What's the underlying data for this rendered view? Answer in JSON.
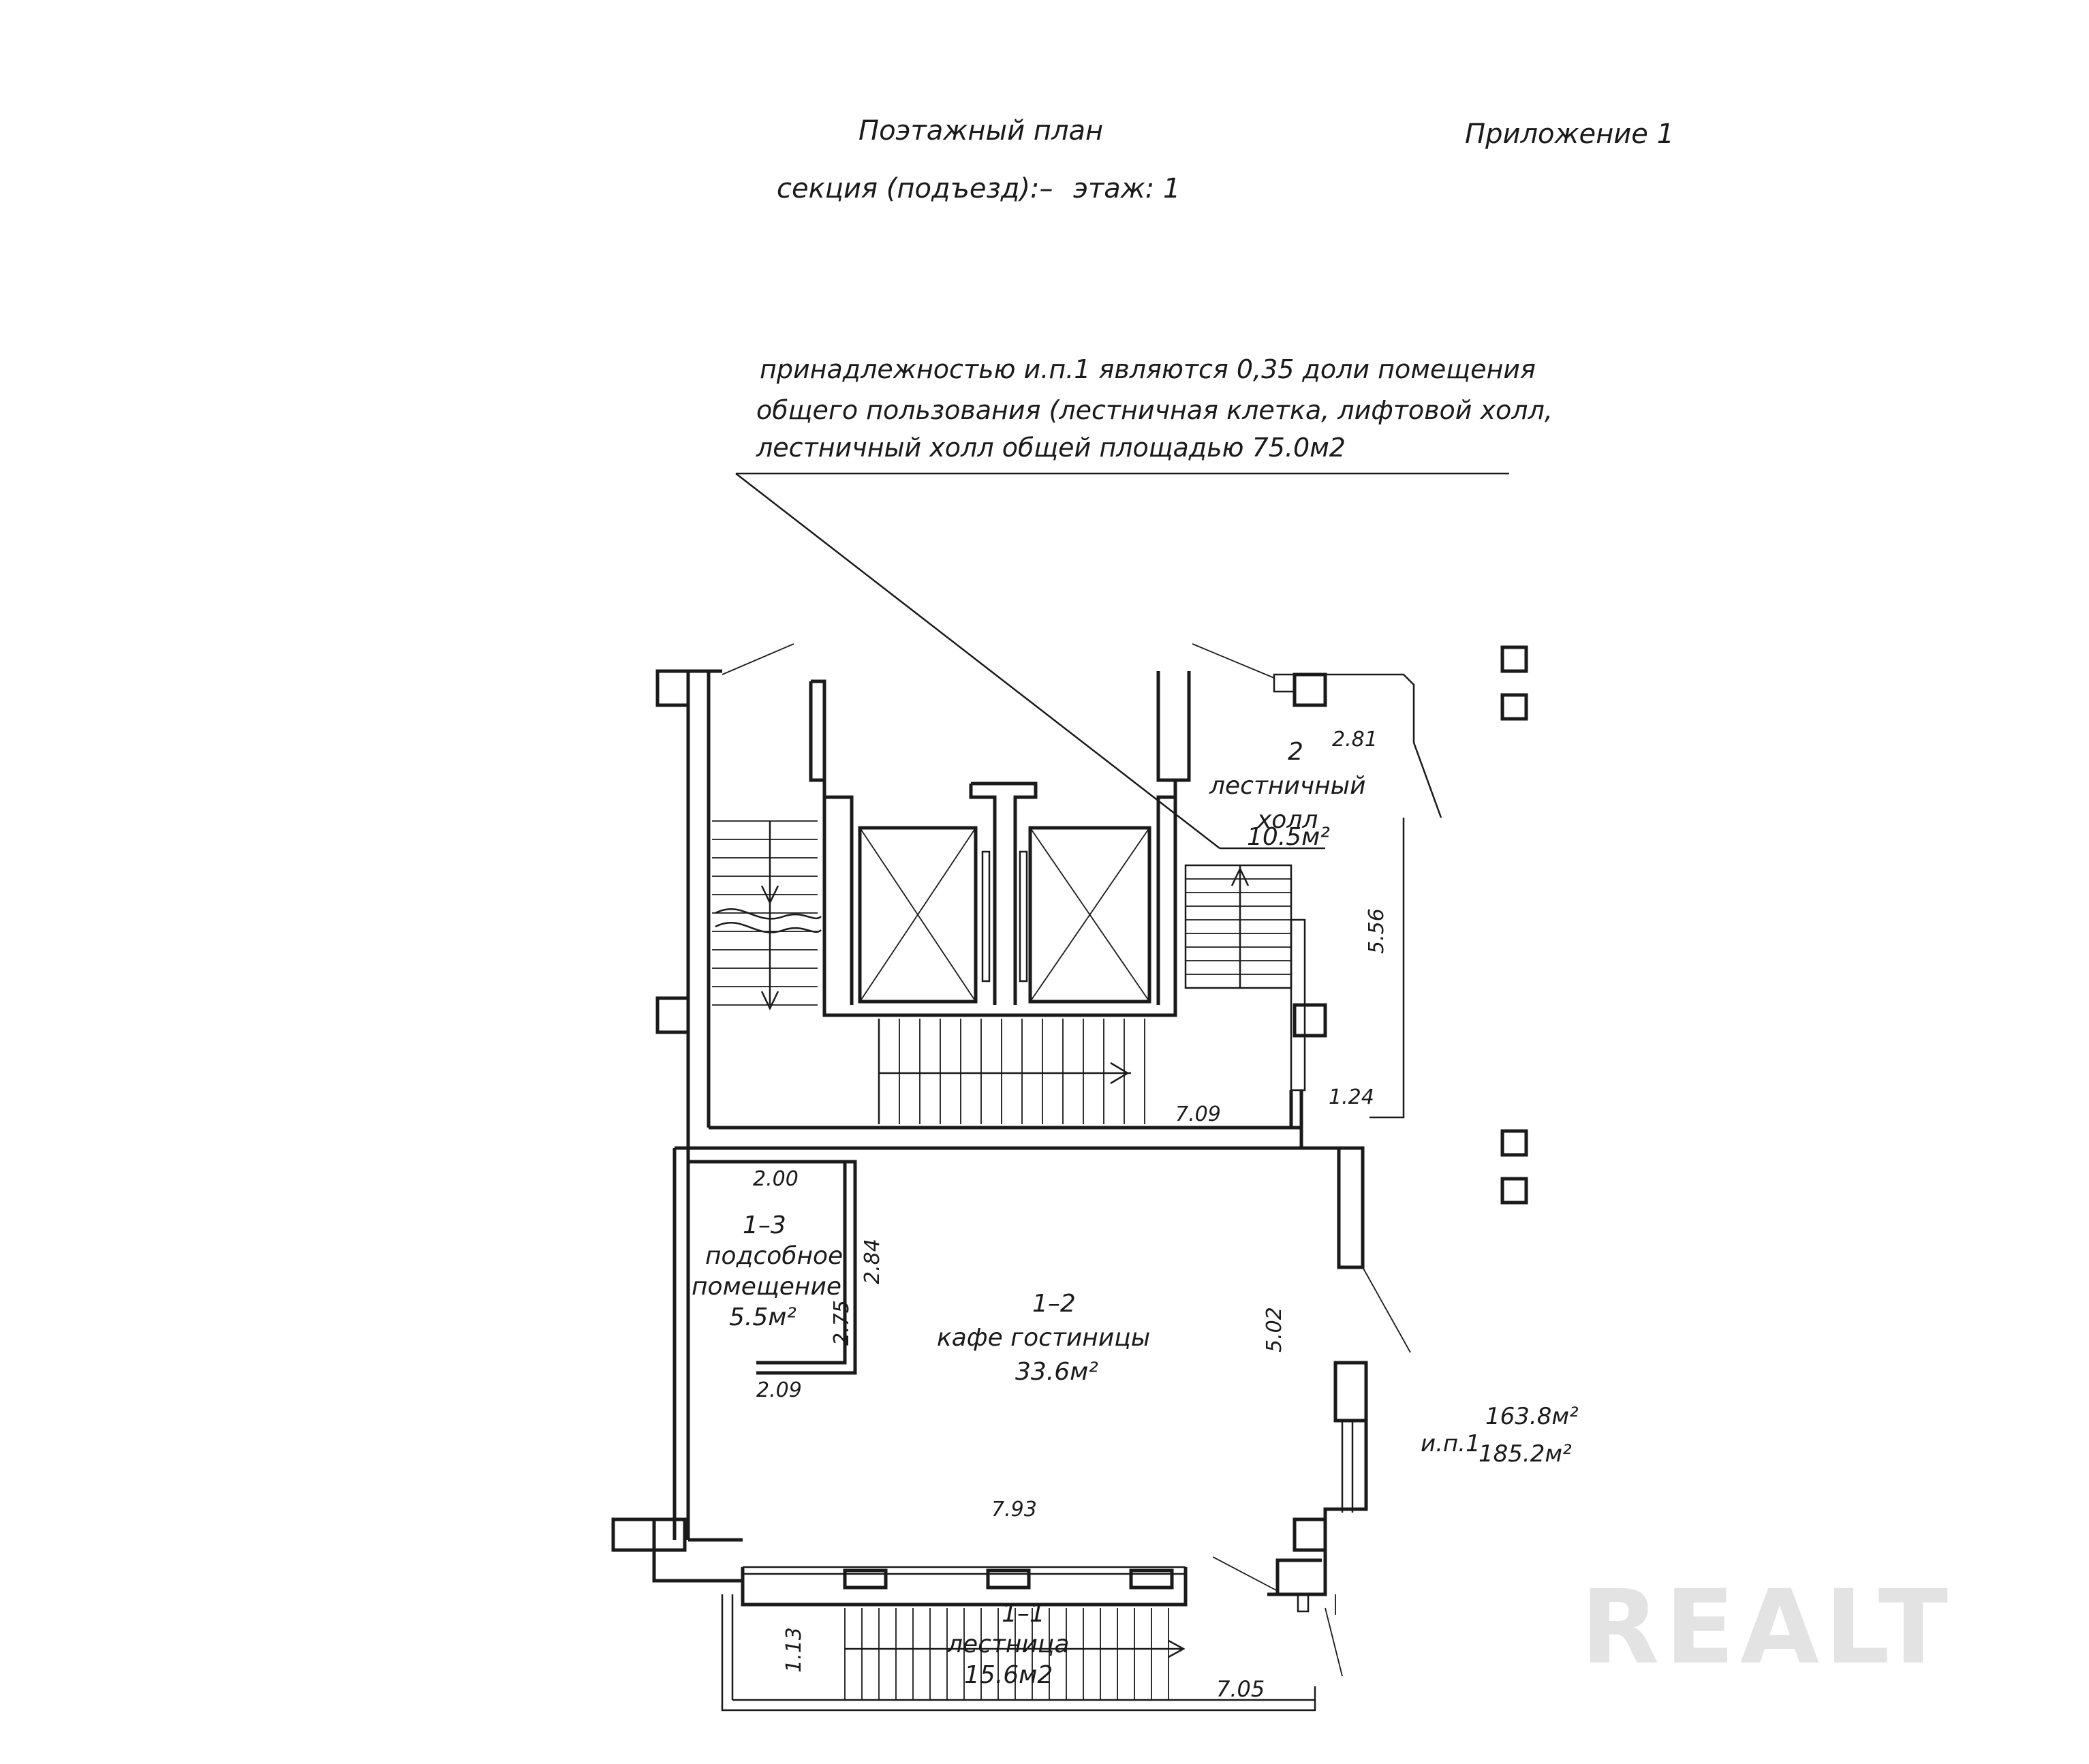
{
  "header": {
    "title": "Поэтажный план",
    "appendix": "Приложение 1",
    "section_label": "секция (подъезд):–",
    "floor_label": "этаж: 1"
  },
  "note": {
    "line1": "принадлежностью и.п.1 являются  0,35 доли помещения",
    "line2": "общего пользования  (лестничная клетка, лифтовой холл,",
    "line3": "лестничный холл общей площадью 75.0м2"
  },
  "rooms": {
    "hall": {
      "number": "2",
      "name_line1": "лестничный",
      "name_line2": "холл",
      "area": "10.5м²"
    },
    "utility": {
      "number": "1–3",
      "name_line1": "подсобное",
      "name_line2": "помещение",
      "area": "5.5м²"
    },
    "cafe": {
      "number": "1–2",
      "name": "кафе гостиницы",
      "area": "33.6м²"
    },
    "stairs": {
      "number": "1–1",
      "name": "лестница",
      "area": "15.6м2"
    }
  },
  "dimensions": {
    "d_281": "2.81",
    "d_556": "5.56",
    "d_124": "1.24",
    "d_709": "7.09",
    "d_200": "2.00",
    "d_284": "2.84",
    "d_275": "2.75",
    "d_209": "2.09",
    "d_502": "5.02",
    "d_793": "7.93",
    "d_113": "1.13",
    "d_705": "7.05"
  },
  "summary": {
    "label": "и.п.1",
    "area1": "163.8м²",
    "area2": "185.2м²"
  },
  "watermark": "REALT"
}
